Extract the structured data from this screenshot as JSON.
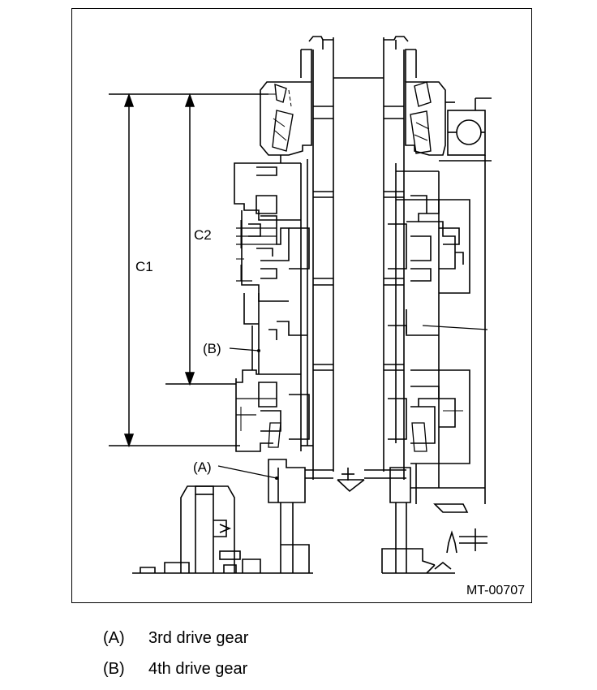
{
  "figure": {
    "code": "MT-00707",
    "labels": {
      "c1": "C1",
      "c2": "C2",
      "a": "(A)",
      "b": "(B)"
    }
  },
  "legend": [
    {
      "key": "(A)",
      "text": "3rd drive gear"
    },
    {
      "key": "(B)",
      "text": "4th drive gear"
    }
  ]
}
